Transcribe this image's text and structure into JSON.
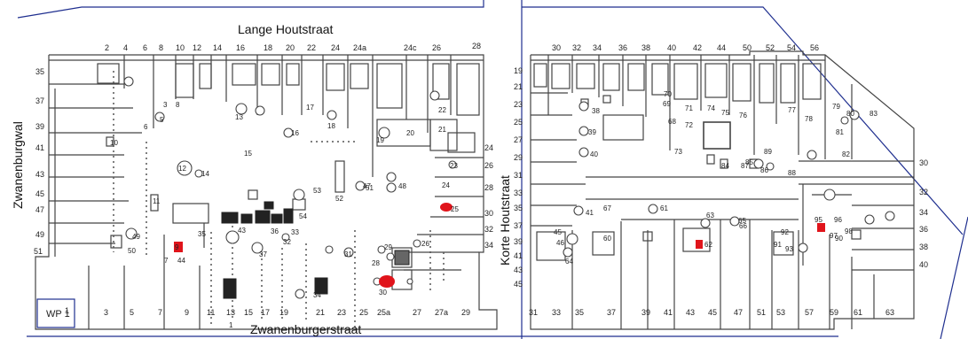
{
  "streets": {
    "north": "Lange Houtstraat",
    "south": "Zwanenburgerstraat",
    "west": "Zwanenburgwal",
    "east_left": "Korte Houtstraat"
  },
  "work_pit": "WP 1",
  "colors": {
    "background": "#ffffff",
    "plan_line": "#444444",
    "frame_line": "#1f2f8f",
    "highlight": "#e0141b"
  },
  "left_plan": {
    "house_numbers_north": [
      "2",
      "4",
      "6",
      "8",
      "10",
      "12",
      "14",
      "16",
      "18",
      "20",
      "22",
      "24",
      "24a",
      "24c",
      "26",
      "28"
    ],
    "house_numbers_south": [
      "1",
      "3",
      "5",
      "7",
      "9",
      "11",
      "13",
      "15",
      "17",
      "19",
      "21",
      "23",
      "25",
      "25a",
      "27",
      "27a",
      "29"
    ],
    "house_numbers_west": [
      "35",
      "37",
      "39",
      "41",
      "43",
      "45",
      "47",
      "49",
      "51"
    ],
    "house_numbers_east": [
      "24",
      "26",
      "28",
      "30",
      "32",
      "34"
    ],
    "features": [
      "1",
      "3",
      "5",
      "6",
      "7",
      "8",
      "9",
      "10",
      "11",
      "12",
      "13",
      "14",
      "15",
      "16",
      "17",
      "18",
      "19",
      "20",
      "21",
      "22",
      "23",
      "24",
      "25",
      "26",
      "28",
      "29",
      "30",
      "31",
      "32",
      "33",
      "34",
      "35",
      "36",
      "37",
      "43",
      "44",
      "47",
      "48",
      "49",
      "50",
      "51",
      "52",
      "53",
      "54"
    ]
  },
  "right_plan": {
    "house_numbers_north": [
      "30",
      "32",
      "34",
      "36",
      "38",
      "40",
      "42",
      "44",
      "50",
      "52",
      "54",
      "56"
    ],
    "house_numbers_south": [
      "31",
      "33",
      "35",
      "37",
      "39",
      "41",
      "43",
      "45",
      "47",
      "51",
      "53",
      "57",
      "59",
      "61",
      "63"
    ],
    "house_numbers_west": [
      "19",
      "21",
      "23",
      "25",
      "27",
      "29",
      "31",
      "33",
      "35",
      "37",
      "39",
      "41",
      "43",
      "45"
    ],
    "house_numbers_east": [
      "30",
      "32",
      "34",
      "36",
      "38",
      "40"
    ],
    "features": [
      "38",
      "39",
      "40",
      "41",
      "45",
      "46",
      "60",
      "61",
      "62",
      "63",
      "64",
      "65",
      "66",
      "67",
      "68",
      "69",
      "70",
      "71",
      "72",
      "73",
      "74",
      "75",
      "76",
      "77",
      "78",
      "79",
      "80",
      "81",
      "82",
      "83",
      "84",
      "85",
      "86",
      "87",
      "88",
      "89",
      "90",
      "91",
      "92",
      "93",
      "95",
      "96",
      "97",
      "98"
    ]
  },
  "highlighted_features": [
    "24",
    "29",
    "37",
    "62",
    "90"
  ]
}
